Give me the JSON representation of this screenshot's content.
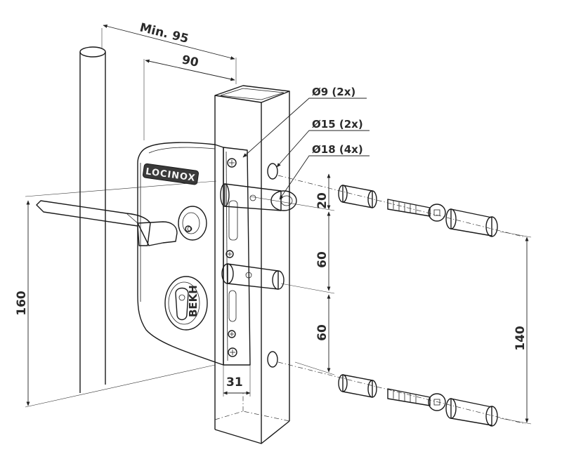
{
  "brand": {
    "logo_text": "LOCINOX",
    "cylinder_mark": "BEKH"
  },
  "dimensions": {
    "min_width": "Min. 95",
    "width": "90",
    "height_total": "160",
    "spacing_top": "20",
    "spacing_mid": "60",
    "spacing_low": "60",
    "fixing_span": "140",
    "post_offset": "31"
  },
  "callouts": {
    "hole_small": "Ø9 (2x)",
    "hole_medium": "Ø15 (2x)",
    "hole_large": "Ø18 (4x)"
  },
  "colors": {
    "line": "#1a1a1a",
    "lock_body": "#ffffff",
    "logo_plate": "#3a3a3a"
  }
}
